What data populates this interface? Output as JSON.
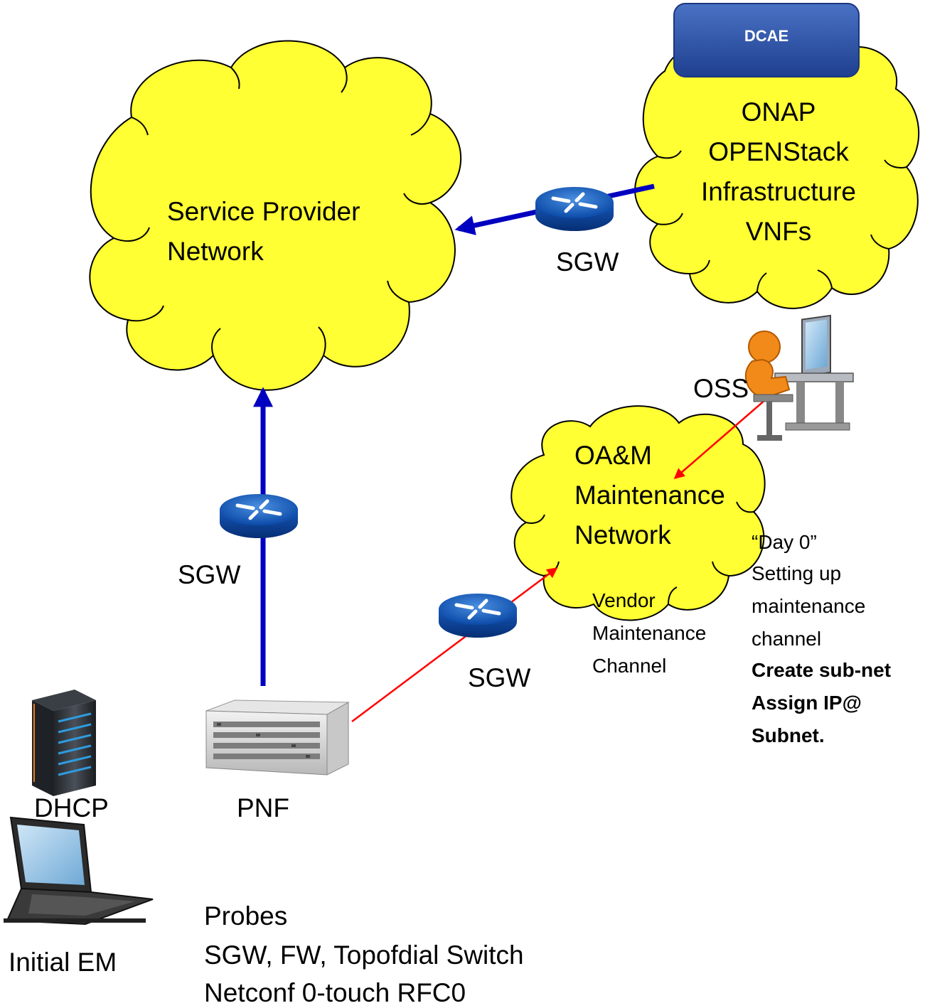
{
  "clouds": {
    "service_provider": "Service Provider\nNetwork",
    "onap": "ONAP\nOPENStack\nInfrastructure\nVNFs",
    "oam": "OA&M\nMaintenance\nNetwork"
  },
  "dcae": "DCAE",
  "routers": {
    "sgw_top": "SGW",
    "sgw_left": "SGW",
    "sgw_mid": "SGW"
  },
  "devices": {
    "oss": "OSS",
    "dhcp": "DHCP",
    "pnf": "PNF",
    "initial_em": "Initial EM"
  },
  "vendor_channel": "Vendor\nMaintenance\nChannel",
  "day0": {
    "title": "“Day 0”",
    "setup": "Setting up\nmaintenance\nchannel",
    "create_subnet": "Create sub-net",
    "assign_ip": "Assign IP@",
    "subnet": "Subnet."
  },
  "probes": {
    "title": "Probes",
    "line1": "SGW, FW, Topofdial Switch",
    "line2": "Netconf 0-touch RFC0"
  },
  "colors": {
    "cloud_fill": "#FFFF33",
    "blue_link": "#0000C0",
    "red_link": "#FF0000",
    "dcae_fill": "#2F5597"
  }
}
